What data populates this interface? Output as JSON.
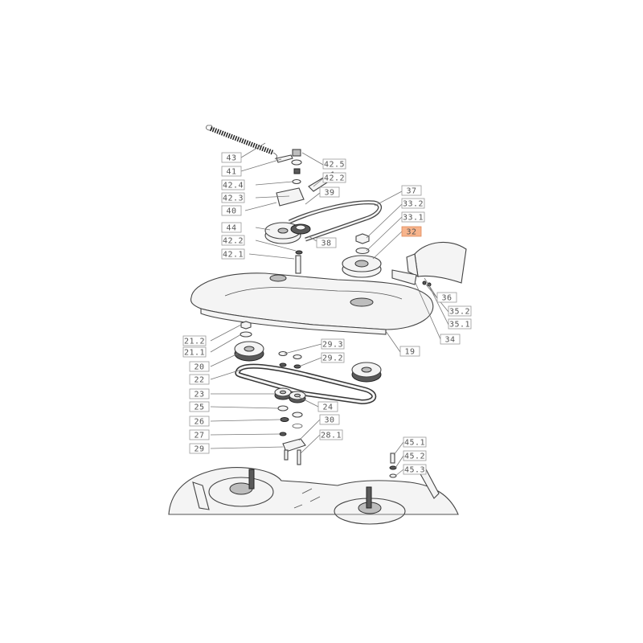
{
  "diagram": {
    "highlight_color": "#f7b48c",
    "highlighted_part": "32",
    "callouts": [
      {
        "id": "c43",
        "label": "43"
      },
      {
        "id": "c41",
        "label": "41"
      },
      {
        "id": "c42_5",
        "label": "42.5"
      },
      {
        "id": "c42_4",
        "label": "42.4"
      },
      {
        "id": "c42_2a",
        "label": "42.2"
      },
      {
        "id": "c42_3",
        "label": "42.3"
      },
      {
        "id": "c39",
        "label": "39"
      },
      {
        "id": "c40",
        "label": "40"
      },
      {
        "id": "c37",
        "label": "37"
      },
      {
        "id": "c33_2",
        "label": "33.2"
      },
      {
        "id": "c44",
        "label": "44"
      },
      {
        "id": "c33_1",
        "label": "33.1"
      },
      {
        "id": "c32",
        "label": "32"
      },
      {
        "id": "c42_2b",
        "label": "42.2"
      },
      {
        "id": "c38",
        "label": "38"
      },
      {
        "id": "c42_1",
        "label": "42.1"
      },
      {
        "id": "c36",
        "label": "36"
      },
      {
        "id": "c35_2",
        "label": "35.2"
      },
      {
        "id": "c35_1",
        "label": "35.1"
      },
      {
        "id": "c21_2",
        "label": "21.2"
      },
      {
        "id": "c34",
        "label": "34"
      },
      {
        "id": "c29_3",
        "label": "29.3"
      },
      {
        "id": "c21_1",
        "label": "21.1"
      },
      {
        "id": "c19",
        "label": "19"
      },
      {
        "id": "c29_2",
        "label": "29.2"
      },
      {
        "id": "c20",
        "label": "20"
      },
      {
        "id": "c22",
        "label": "22"
      },
      {
        "id": "c23",
        "label": "23"
      },
      {
        "id": "c25",
        "label": "25"
      },
      {
        "id": "c24",
        "label": "24"
      },
      {
        "id": "c26",
        "label": "26"
      },
      {
        "id": "c30",
        "label": "30"
      },
      {
        "id": "c27",
        "label": "27"
      },
      {
        "id": "c28_1",
        "label": "28.1"
      },
      {
        "id": "c29",
        "label": "29"
      },
      {
        "id": "c45_1",
        "label": "45.1"
      },
      {
        "id": "c45_2",
        "label": "45.2"
      },
      {
        "id": "c45_3",
        "label": "45.3"
      }
    ]
  }
}
